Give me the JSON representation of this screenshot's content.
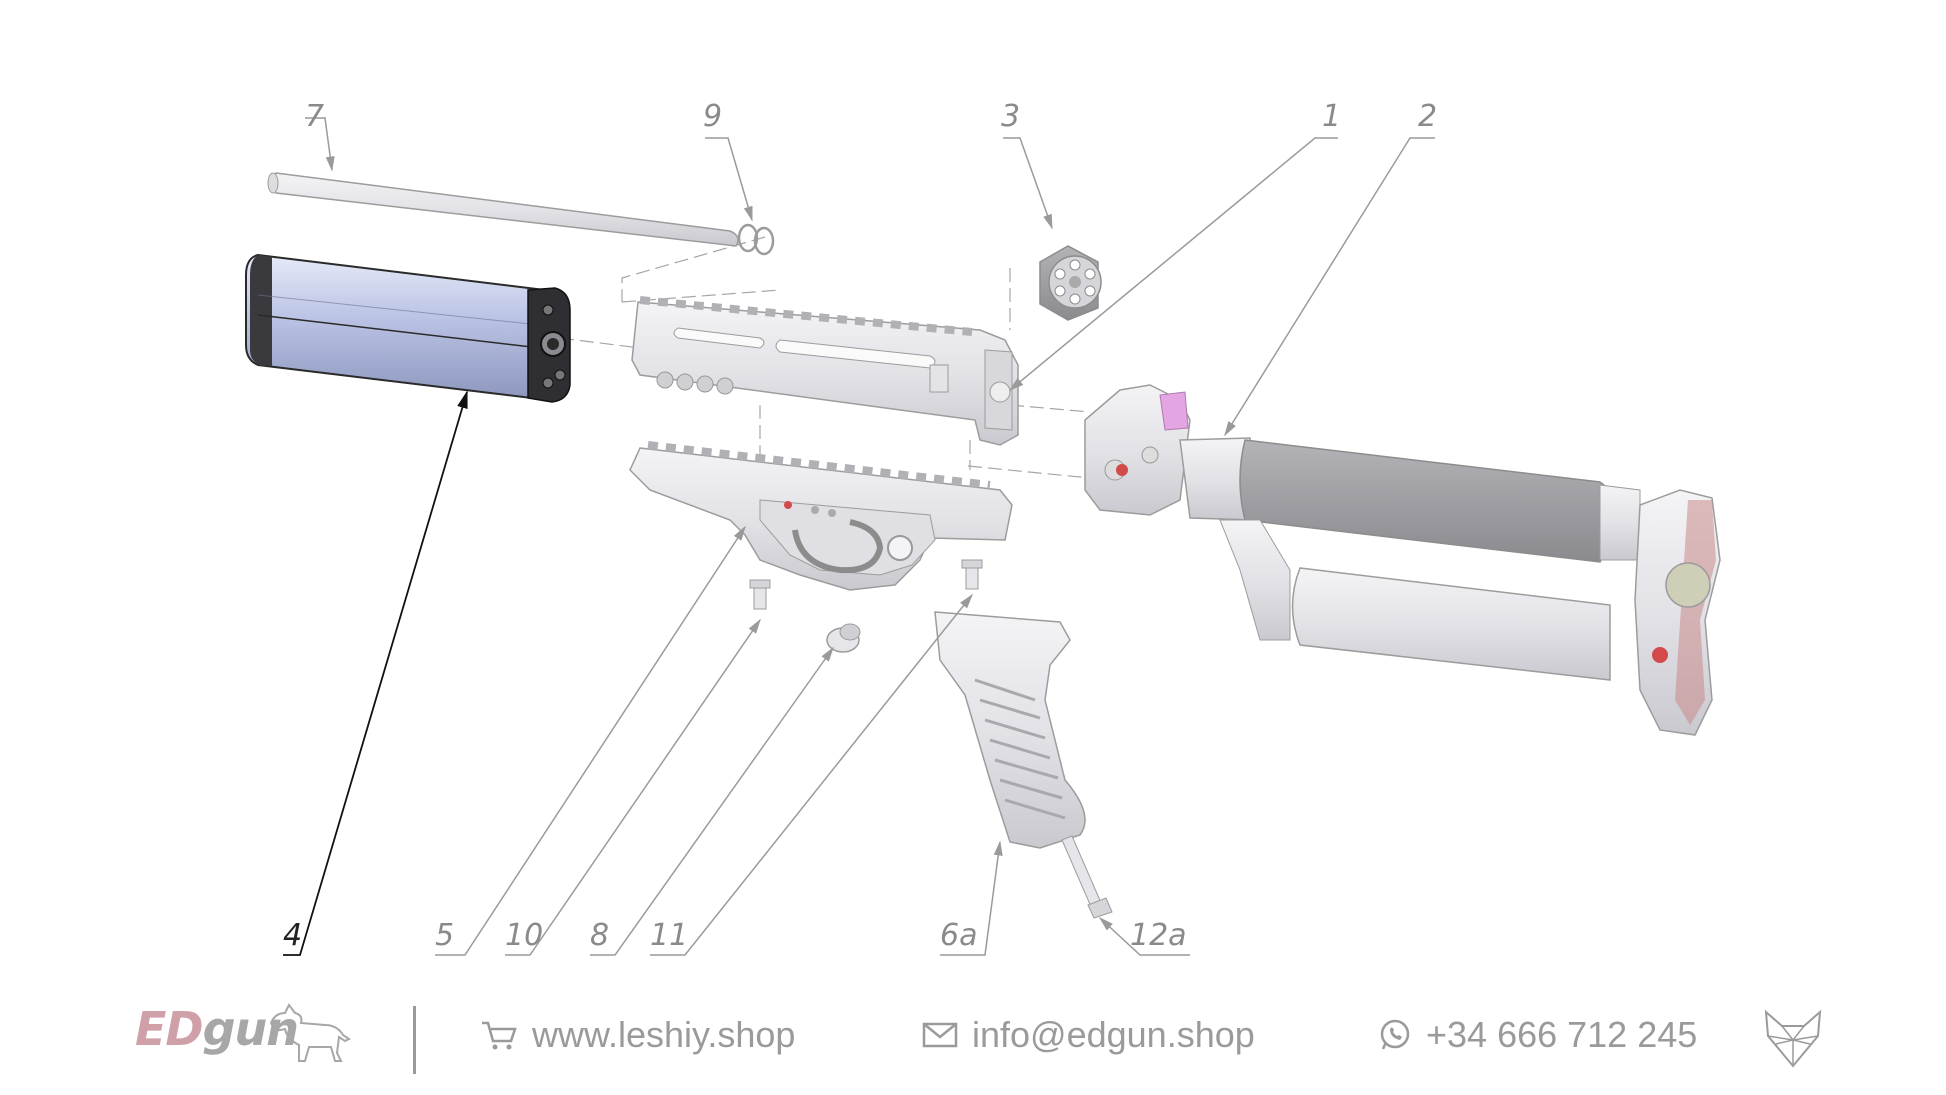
{
  "diagram": {
    "callouts": {
      "c1": "1",
      "c2": "2",
      "c3": "3",
      "c4": "4",
      "c5": "5",
      "c6a": "6a",
      "c7": "7",
      "c8": "8",
      "c9": "9",
      "c10": "10",
      "c11": "11",
      "c12a": "12a"
    },
    "highlight_part": "4",
    "colors": {
      "highlight_fill": "#b9c2e4",
      "highlight_edge": "#2a2a2a",
      "part_fill": "#e9e9ee",
      "part_edge": "#9c9c9c",
      "leader": "#9a9a9a",
      "leader_active": "#111111",
      "accent_red": "#d24a4a",
      "accent_pink": "#e3a6e3"
    }
  },
  "footer": {
    "brand_ed": "ED",
    "brand_gun": "gun",
    "brand_icon": "dog-icon",
    "website": "www.leshiy.shop",
    "website_icon": "cart-icon",
    "email": "info@edgun.shop",
    "email_icon": "envelope-icon",
    "phone": "+34 666 712 245",
    "phone_icon": "whatsapp-icon",
    "logo_icon": "fox-logo-icon"
  }
}
